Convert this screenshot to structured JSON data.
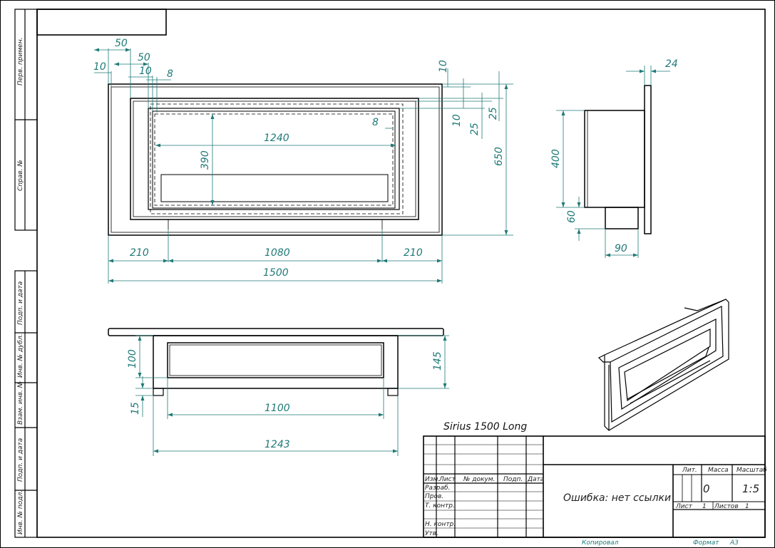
{
  "product_name": "Sirius 1500 Long",
  "front_view": {
    "dims": {
      "d50a": "50",
      "d50b": "50",
      "d10a": "10",
      "d10b": "10",
      "d8a": "8",
      "d1240": "1240",
      "d390": "390",
      "d8b": "8",
      "d10c": "10",
      "d10d": "10",
      "d25a": "25",
      "d25b": "25",
      "d650": "650",
      "d210a": "210",
      "d1080": "1080",
      "d210b": "210",
      "d1500": "1500"
    }
  },
  "side_view": {
    "dims": {
      "d24": "24",
      "d400": "400",
      "d60": "60",
      "d90": "90"
    }
  },
  "top_view": {
    "dims": {
      "d100": "100",
      "d145": "145",
      "d15": "15",
      "d1100": "1100",
      "d1243": "1243"
    }
  },
  "side_stamp": {
    "labels": [
      "Перв. примен.",
      "Справ. №",
      "Подп. и дата",
      "Инв. № дубл.",
      "Взам. инв. №",
      "Подп. и дата",
      "Инв. № подл."
    ]
  },
  "title_block": {
    "headers": [
      "Изм.",
      "Лист",
      "№ докум.",
      "Подп.",
      "Дата"
    ],
    "roles": [
      "Разраб.",
      "Пров.",
      "Т. контр.",
      "Н. контр.",
      "Утв."
    ],
    "doc_name": "Ошибка: нет ссылки",
    "lit_label": "Лит.",
    "mass_label": "Масса",
    "scale_label": "Масштаб",
    "mass_value": "0",
    "scale_value": "1:5",
    "sheet_label": "Лист",
    "sheet_value": "1",
    "sheets_label": "Листов",
    "sheets_value": "1"
  },
  "footer": {
    "copied_label": "Копировал",
    "format_label": "Формат",
    "format_value": "A3"
  },
  "colors": {
    "line": "#000000",
    "dimension": "#1f7a78",
    "paper": "#ffffff"
  }
}
